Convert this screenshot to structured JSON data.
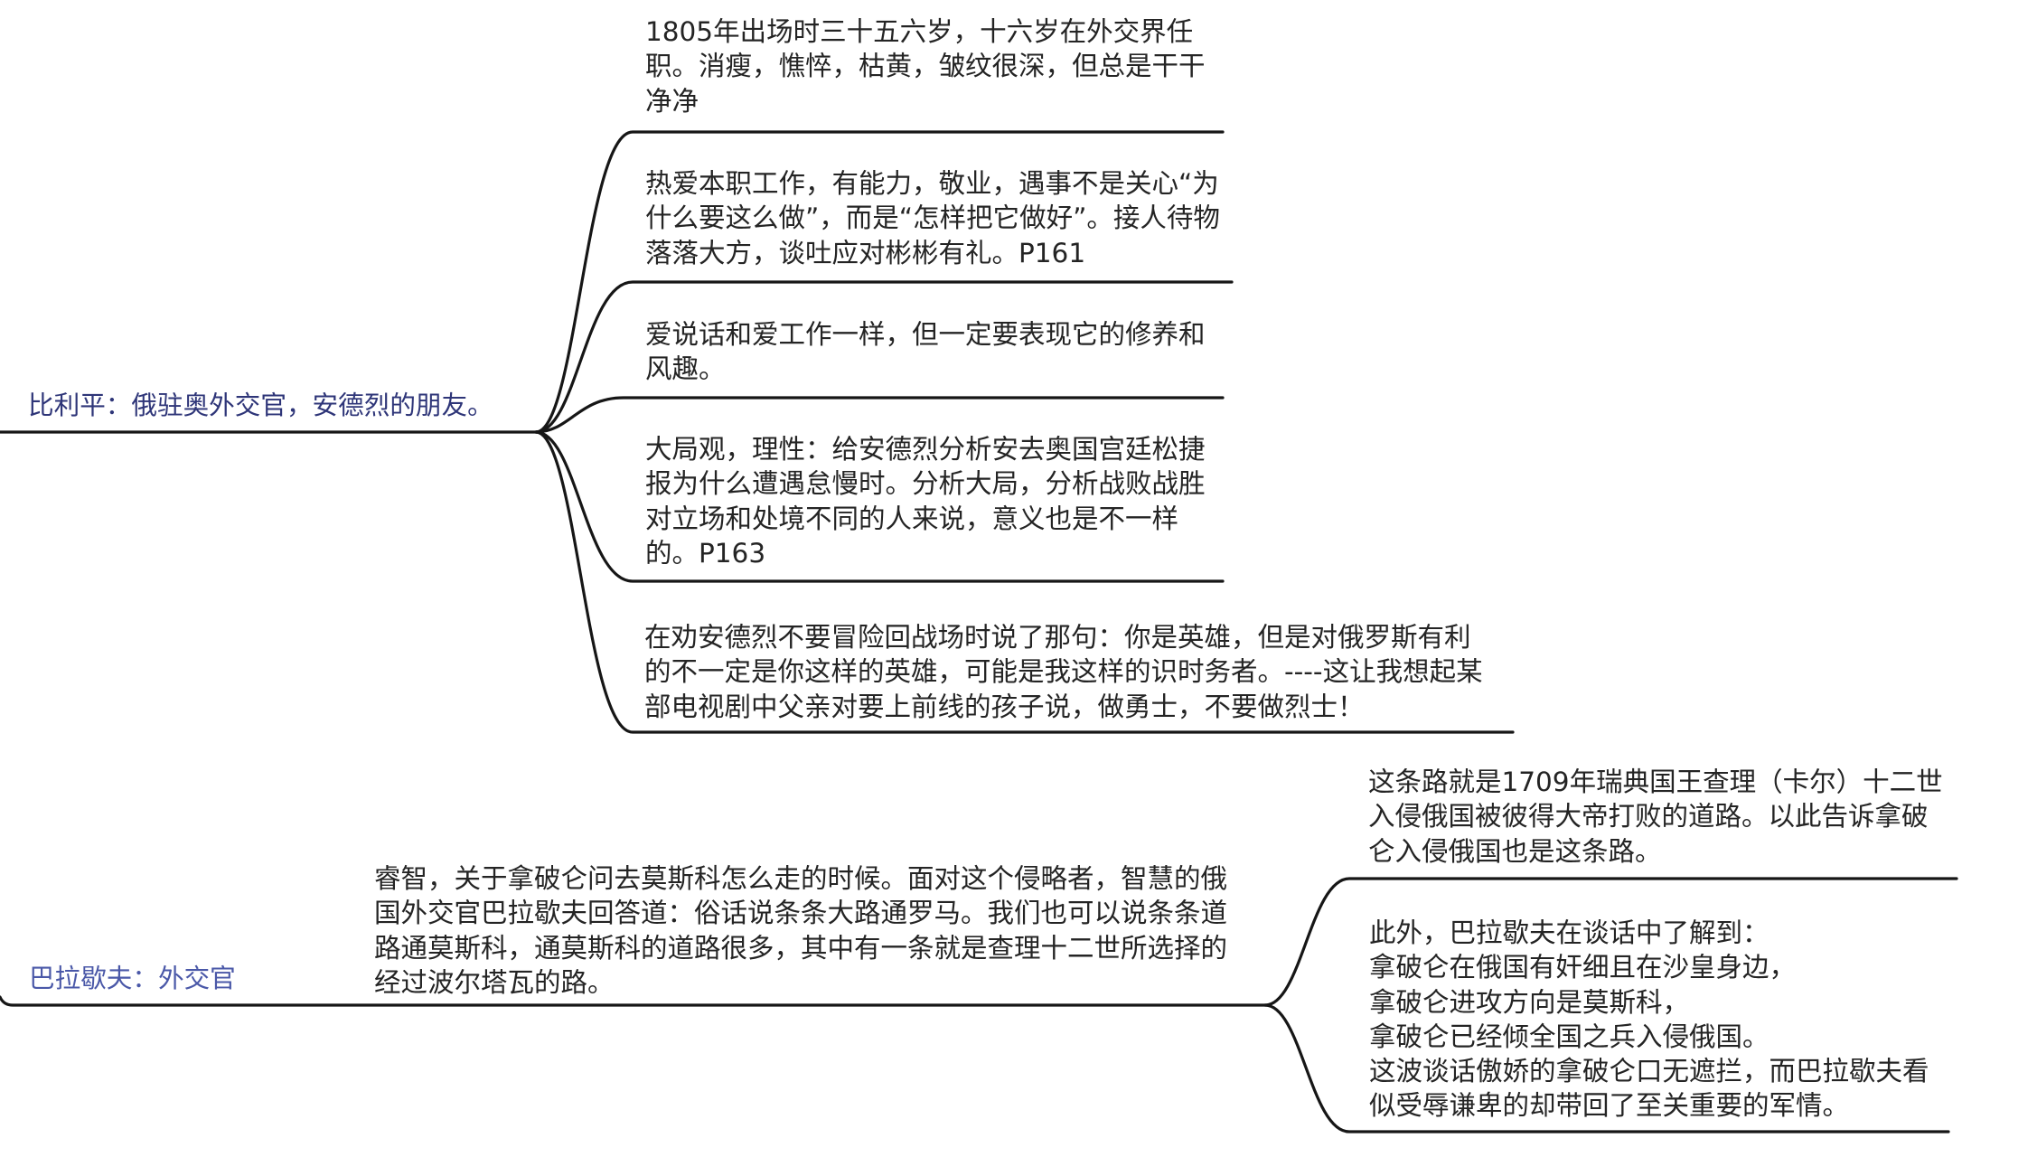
{
  "colors": {
    "background": "#ffffff",
    "connector": "#161616",
    "body_text": "#242424",
    "topic_label_1": "#2e3578",
    "topic_label_2": "#4a58a8"
  },
  "mindmap": {
    "topics": [
      {
        "label": "比利平：俄驻奥外交官，安德烈的朋友。",
        "children": [
          {
            "lines": [
              "1805年出场时三十五六岁，十六岁在外交界任",
              "职。消瘦，憔悴，枯黄，皱纹很深，但总是干干",
              "净净"
            ]
          },
          {
            "lines": [
              "热爱本职工作，有能力，敬业，遇事不是关心“为",
              "什么要这么做”，而是“怎样把它做好”。接人待物",
              "落落大方，谈吐应对彬彬有礼。P161"
            ]
          },
          {
            "lines": [
              "爱说话和爱工作一样，但一定要表现它的修养和",
              "风趣。"
            ]
          },
          {
            "lines": [
              "大局观，理性：给安德烈分析安去奥国宫廷松捷",
              "报为什么遭遇怠慢时。分析大局，分析战败战胜",
              "对立场和处境不同的人来说，意义也是不一样",
              "的。P163"
            ]
          },
          {
            "lines": [
              "在劝安德烈不要冒险回战场时说了那句：你是英雄，但是对俄罗斯有利",
              "的不一定是你这样的英雄，可能是我这样的识时务者。----这让我想起某",
              "部电视剧中父亲对要上前线的孩子说，做勇士，不要做烈士！"
            ]
          }
        ]
      },
      {
        "label": "巴拉歇夫：外交官",
        "summary": {
          "lines": [
            "睿智，关于拿破仑问去莫斯科怎么走的时候。面对这个侵略者，智慧的俄",
            "国外交官巴拉歇夫回答道：俗话说条条大路通罗马。我们也可以说条条道",
            "路通莫斯科，通莫斯科的道路很多，其中有一条就是查理十二世所选择的",
            "经过波尔塔瓦的路。"
          ]
        },
        "children": [
          {
            "lines": [
              "这条路就是1709年瑞典国王查理（卡尔）十二世",
              "入侵俄国被彼得大帝打败的道路。以此告诉拿破",
              "仑入侵俄国也是这条路。"
            ]
          },
          {
            "lines": [
              "此外，巴拉歇夫在谈话中了解到：",
              "拿破仑在俄国有奸细且在沙皇身边，",
              "拿破仑进攻方向是莫斯科，",
              "拿破仑已经倾全国之兵入侵俄国。",
              "这波谈话傲娇的拿破仑口无遮拦，而巴拉歇夫看",
              "似受辱谦卑的却带回了至关重要的军情。"
            ]
          }
        ]
      }
    ]
  }
}
